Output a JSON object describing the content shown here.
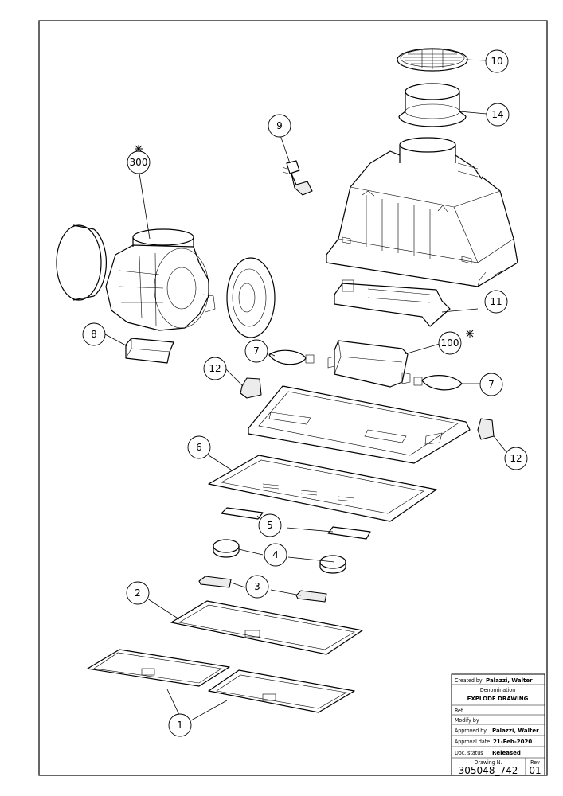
{
  "callouts": [
    {
      "label": "10"
    },
    {
      "label": "14"
    },
    {
      "label": "9"
    },
    {
      "label": "300"
    },
    {
      "label": "11"
    },
    {
      "label": "8"
    },
    {
      "label": "100"
    },
    {
      "label": "7"
    },
    {
      "label": "7"
    },
    {
      "label": "12"
    },
    {
      "label": "12"
    },
    {
      "label": "6"
    },
    {
      "label": "5"
    },
    {
      "label": "4"
    },
    {
      "label": "3"
    },
    {
      "label": "2"
    },
    {
      "label": "1"
    }
  ],
  "title_block": {
    "created_by_label": "Created by",
    "created_by_value": "Palazzi, Walter",
    "denomination_label": "Denomination",
    "denomination_value": "EXPLODE DRAWING",
    "ref_label": "Ref.",
    "modify_label": "Modify by",
    "approved_by_label": "Approved by",
    "approved_by_value": "Palazzi, Walter",
    "approval_date_label": "Approval date",
    "approval_date_value": "21-Feb-2020",
    "doc_status_label": "Doc. status",
    "doc_status_value": "Released",
    "drawing_no_label": "Drawing N.",
    "drawing_no_value": "305048_742",
    "rev_label": "Rev",
    "rev_value": "01"
  }
}
